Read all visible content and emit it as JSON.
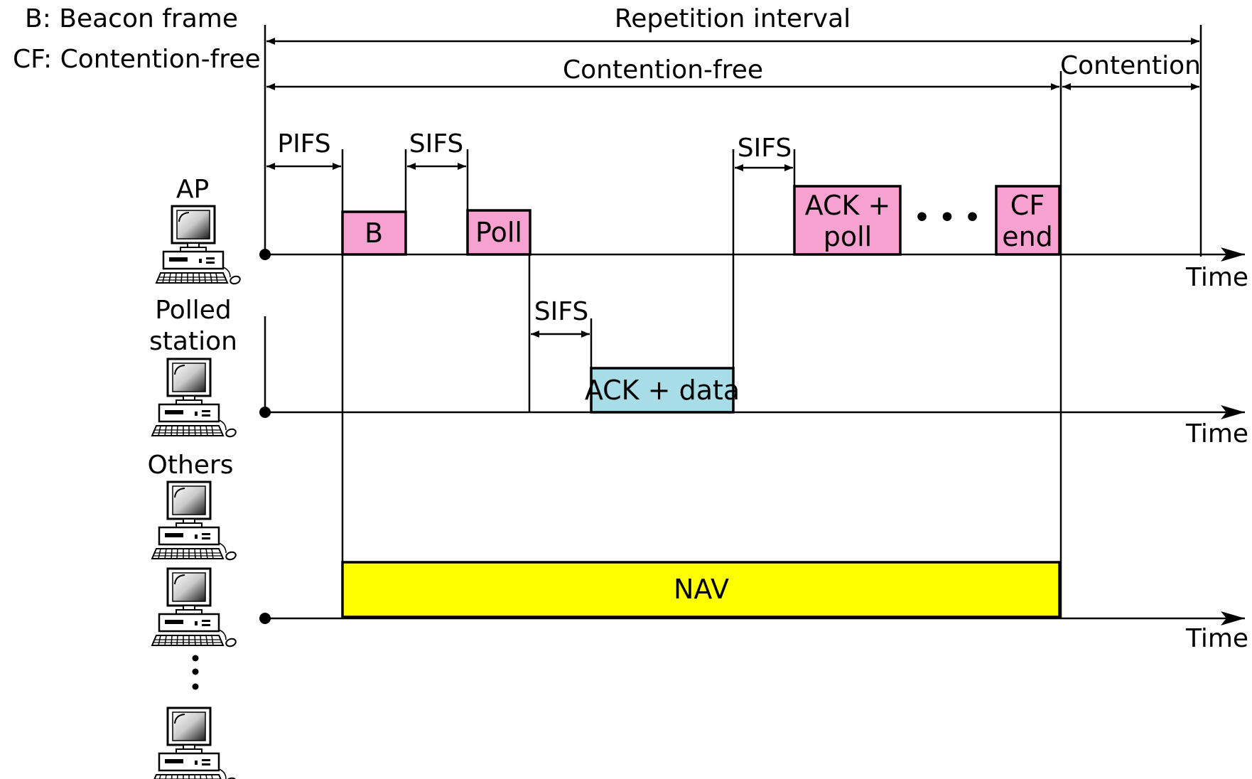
{
  "legend": {
    "b": "B:  Beacon frame",
    "cf": "CF:  Contention-free"
  },
  "intervals": {
    "repetition": "Repetition interval",
    "contention_free": "Contention-free",
    "contention": "Contention"
  },
  "gaps": {
    "pifs": "PIFS",
    "sifs_after_beacon": "SIFS",
    "sifs_before_ack_data": "SIFS",
    "sifs_before_ack_poll": "SIFS"
  },
  "rows": {
    "ap": "AP",
    "polled_line1": "Polled",
    "polled_line2": "station",
    "others": "Others"
  },
  "frames": {
    "beacon": "B",
    "poll": "Poll",
    "ack_data": "ACK + data",
    "ack_poll_line1": "ACK +",
    "ack_poll_line2": "poll",
    "cf_end_line1": "CF",
    "cf_end_line2": "end",
    "ellipsis": "• • •",
    "nav": "NAV"
  },
  "axis_label": "Time",
  "colors": {
    "ap_frame": "#f7a1d1",
    "station_frame": "#a8dde8",
    "nav": "#ffff00",
    "line": "#000000"
  },
  "icons": [
    "computer-icon",
    "computer-icon",
    "computer-icon",
    "computer-icon",
    "computer-icon"
  ]
}
